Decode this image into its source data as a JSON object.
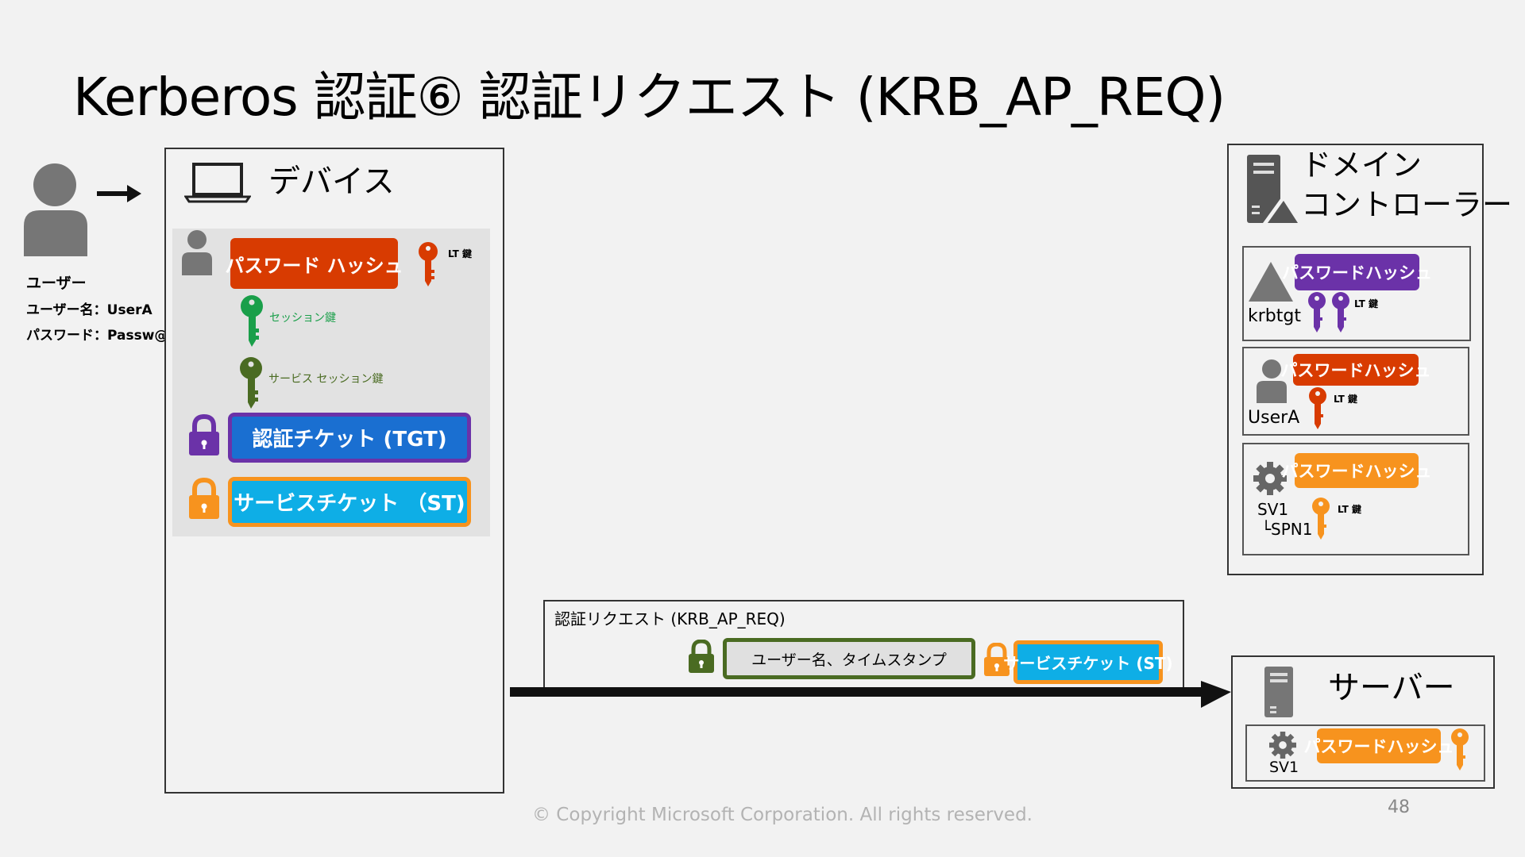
{
  "title": "Kerberos 認証⑥ 認証リクエスト (KRB_AP_REQ)",
  "user": {
    "label": "ユーザー",
    "name_line": "ユーザー名：UserA",
    "password_line": "パスワード：Passw@rd"
  },
  "device": {
    "label": "デバイス",
    "password_hash": "パスワード ハッシュ",
    "lt_key": "LT 鍵",
    "session_key": "セッション鍵",
    "service_session_key": "サービス セッション鍵",
    "tgt": "認証チケット (TGT)",
    "st": "サービスチケット （ST)"
  },
  "request": {
    "label": "認証リクエスト (KRB_AP_REQ)",
    "user_timestamp": "ユーザー名、タイムスタンプ",
    "service_ticket": "サービスチケット (ST)"
  },
  "domain_controller": {
    "label_line1": "ドメイン",
    "label_line2": "コントローラー",
    "accounts": [
      {
        "name": "krbtgt",
        "hash": "パスワードハッシュ",
        "key": "LT 鍵",
        "color": "#6b32a8"
      },
      {
        "name": "UserA",
        "hash": "パスワードハッシュ",
        "key": "LT 鍵",
        "color": "#d83b01"
      },
      {
        "name": "SV1",
        "spn": "└SPN1",
        "hash": "パスワードハッシュ",
        "key": "LT 鍵",
        "color": "#f7931e"
      }
    ]
  },
  "server": {
    "label": "サーバー",
    "account": "SV1",
    "hash": "パスワードハッシュ"
  },
  "colors": {
    "red": "#d83b01",
    "purple": "#6b32a8",
    "orange": "#f7931e",
    "green": "#1a9f4a",
    "dark_green": "#4a6b22",
    "blue": "#1a6fd1",
    "cyan": "#0eaee6"
  },
  "footer": {
    "copyright": "© Copyright Microsoft Corporation. All rights reserved.",
    "page": "48"
  }
}
